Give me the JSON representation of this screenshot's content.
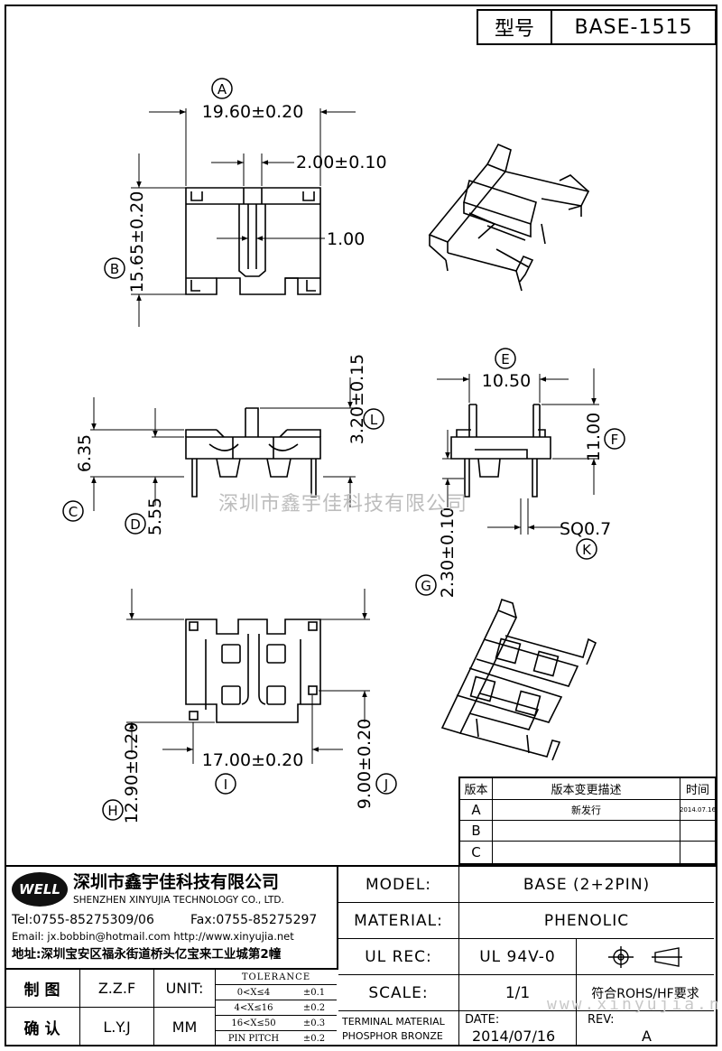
{
  "header": {
    "model_label": "型号",
    "model_value": "BASE-1515"
  },
  "dimensions": {
    "A": "19.60±0.20",
    "B": "15.65±0.20",
    "slot_width": "2.00±0.10",
    "rib": "1.00",
    "C": "6.35",
    "D": "5.55",
    "L": "3.20±0.15",
    "E": "10.50",
    "F": "11.00",
    "G": "2.30±0.10",
    "K": "SQ0.7",
    "H": "12.90±0.20",
    "I": "17.00±0.20",
    "J": "9.00±0.20"
  },
  "markers": [
    "A",
    "B",
    "C",
    "D",
    "E",
    "F",
    "G",
    "H",
    "I",
    "J",
    "K",
    "L"
  ],
  "watermark": "深圳市鑫宇佳科技有限公司",
  "watermark_url": "www.xinyujia.net",
  "revision_table": {
    "headers": [
      "版本",
      "版本变更描述",
      "时间"
    ],
    "rows": [
      {
        "rev": "A",
        "desc": "新发行",
        "date": "2014.07.16"
      },
      {
        "rev": "B",
        "desc": "",
        "date": ""
      },
      {
        "rev": "C",
        "desc": "",
        "date": ""
      }
    ]
  },
  "company": {
    "logo_text": "WELL",
    "name_cn": "深圳市鑫宇佳科技有限公司",
    "name_en": "SHENZHEN XINYUJIA TECHNOLOGY CO., LTD.",
    "tel": "Tel:0755-85275309/06",
    "fax": "Fax:0755-85275297",
    "email": "Email: jx.bobbin@hotmail.com http://www.xinyujia.net",
    "address": "地址:深圳宝安区福永街道桥头亿宝来工业城第2幢"
  },
  "title_block": {
    "model_label": "MODEL:",
    "model_value": "BASE (2+2PIN)",
    "material_label": "MATERIAL:",
    "material_value": "PHENOLIC",
    "ulrec_label": "UL REC:",
    "ulrec_value": "UL 94V-0",
    "scale_label": "SCALE:",
    "scale_value": "1/1",
    "rohs": "符合ROHS/HF要求",
    "terminal_line1": "TERMINAL MATERIAL",
    "terminal_line2": "PHOSPHOR BRONZE",
    "date_label": "DATE:",
    "date_value": "2014/07/16",
    "rev_label": "REV:",
    "rev_value": "A",
    "drawn_label": "制 图",
    "drawn_value": "Z.Z.F",
    "checked_label": "确 认",
    "checked_value": "L.Y.J",
    "unit_label": "UNIT:",
    "unit_value": "MM",
    "tolerance_title": "TOLERANCE",
    "tolerance_rows": [
      {
        "range": "0<X≤4",
        "tol": "±0.1"
      },
      {
        "range": "4<X≤16",
        "tol": "±0.2"
      },
      {
        "range": "16<X≤50",
        "tol": "±0.3"
      },
      {
        "range": "PIN PITCH",
        "tol": "±0.2"
      }
    ]
  }
}
